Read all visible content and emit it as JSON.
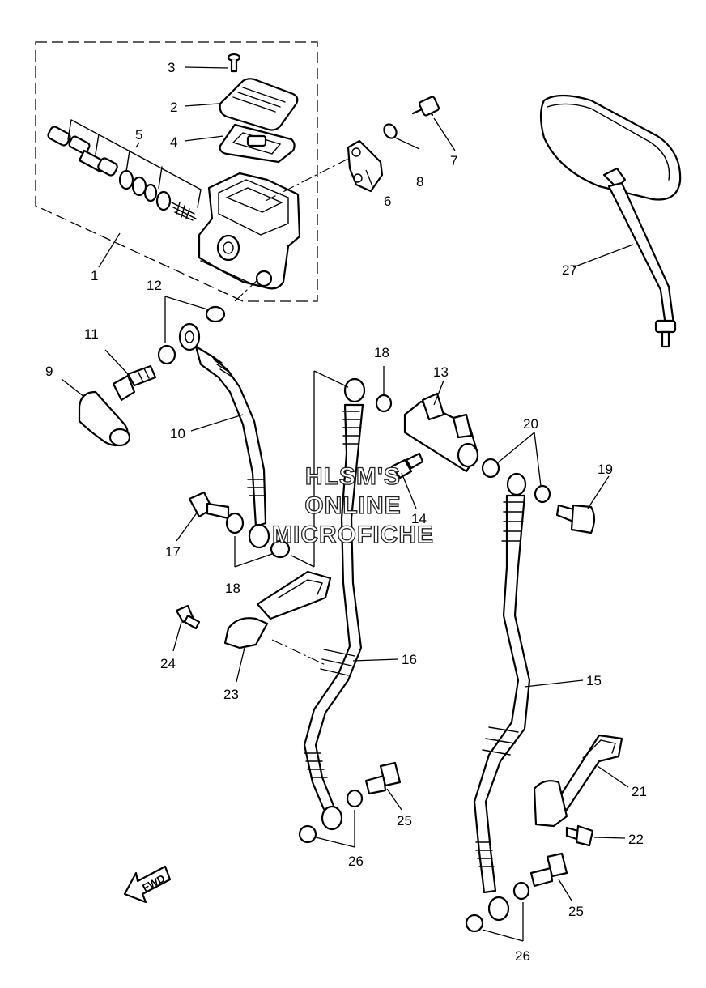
{
  "diagram": {
    "callouts": [
      {
        "id": "c1",
        "text": "1"
      },
      {
        "id": "c2",
        "text": "2"
      },
      {
        "id": "c3",
        "text": "3"
      },
      {
        "id": "c4",
        "text": "4"
      },
      {
        "id": "c5",
        "text": "5"
      },
      {
        "id": "c6",
        "text": "6"
      },
      {
        "id": "c7",
        "text": "7"
      },
      {
        "id": "c8",
        "text": "8"
      },
      {
        "id": "c9",
        "text": "9"
      },
      {
        "id": "c10",
        "text": "10"
      },
      {
        "id": "c11",
        "text": "11"
      },
      {
        "id": "c12",
        "text": "12"
      },
      {
        "id": "c13",
        "text": "13"
      },
      {
        "id": "c14",
        "text": "14"
      },
      {
        "id": "c15",
        "text": "15"
      },
      {
        "id": "c16",
        "text": "16"
      },
      {
        "id": "c17",
        "text": "17"
      },
      {
        "id": "c18a",
        "text": "18"
      },
      {
        "id": "c18b",
        "text": "18"
      },
      {
        "id": "c19",
        "text": "19"
      },
      {
        "id": "c20",
        "text": "20"
      },
      {
        "id": "c21",
        "text": "21"
      },
      {
        "id": "c22",
        "text": "22"
      },
      {
        "id": "c23",
        "text": "23"
      },
      {
        "id": "c24",
        "text": "24"
      },
      {
        "id": "c25a",
        "text": "25"
      },
      {
        "id": "c25b",
        "text": "25"
      },
      {
        "id": "c26a",
        "text": "26"
      },
      {
        "id": "c26b",
        "text": "26"
      },
      {
        "id": "c27",
        "text": "27"
      }
    ],
    "watermark": [
      "HLSM'S",
      "ONLINE",
      "MICROFICHE"
    ],
    "direction_label": "FWD"
  }
}
